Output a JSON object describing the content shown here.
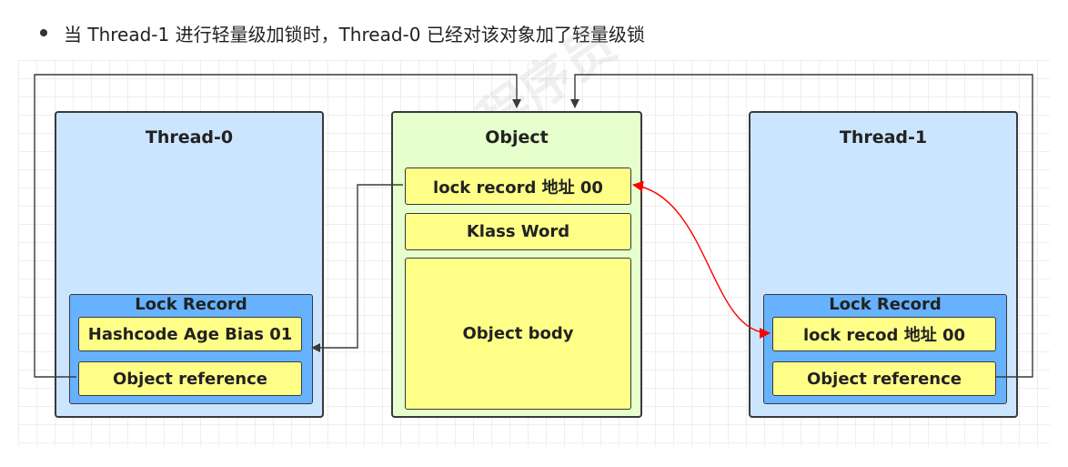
{
  "caption": "当 Thread-1 进行轻量级加锁时，Thread-0 已经对该对象加了轻量级锁",
  "thread0": {
    "title": "Thread-0",
    "lock_record": {
      "title": "Lock Record",
      "slot1": "Hashcode Age Bias 01",
      "slot2": "Object reference"
    }
  },
  "object": {
    "title": "Object",
    "header": "lock  record 地址 00",
    "klass": "Klass Word",
    "body": "Object body"
  },
  "thread1": {
    "title": "Thread-1",
    "lock_record": {
      "title": "Lock Record",
      "slot1": "lock recod 地址 00",
      "slot2": "Object reference"
    }
  },
  "watermark": "黑马程序员",
  "colors": {
    "thread_fill": "#cce5ff",
    "object_fill": "#e6ffcc",
    "lock_record_fill": "#66b2ff",
    "cell_fill": "#ffff88",
    "cas_arrow": "#ff0000",
    "connector": "#3a3a3a"
  }
}
